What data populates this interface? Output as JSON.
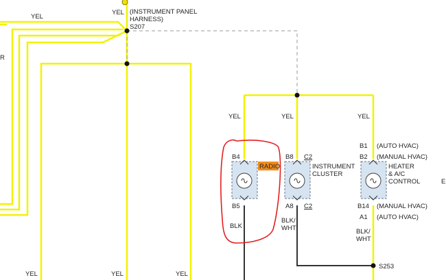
{
  "colors": {
    "wire_yellow": "#f2f200",
    "wire_black": "#333333",
    "splice_dashed": "#9a9a9a",
    "component_fill": "#d6e3f0",
    "component_border": "#6a7a8c",
    "radio_highlight": "#f08c1e",
    "markup_red": "#e41e1e",
    "connector_dot": "#f2e000"
  },
  "labels": {
    "yel_top_left": "YEL",
    "yel_top_center": "YEL",
    "harness_line1": "(INSTRUMENT PANEL",
    "harness_line2": "HARNESS)",
    "splice_s207": "S207",
    "cut_r": "R",
    "yel_radio": "YEL",
    "yel_cluster": "YEL",
    "yel_heater": "YEL",
    "pin_b4": "B4",
    "pin_b8": "B8",
    "pin_c2_top": "C2",
    "pin_b1": "B1",
    "auto_hvac_top": "(AUTO HVAC)",
    "pin_b2": "B2",
    "manual_hvac_top": "(MANUAL HVAC)",
    "radio": "RADIO",
    "cluster_line1": "INSTRUMENT",
    "cluster_line2": "CLUSTER",
    "heater_line1": "HEATER",
    "heater_line2": "& A/C",
    "heater_line3": "CONTROL",
    "cut_e": "E",
    "pin_b5": "B5",
    "pin_a8": "A8",
    "pin_c2_bottom": "C2",
    "pin_b14": "B14",
    "manual_hvac_bottom": "(MANUAL HVAC)",
    "pin_a1": "A1",
    "auto_hvac_bottom": "(AUTO HVAC)",
    "blk": "BLK",
    "blk_wht_1a": "BLK/",
    "blk_wht_1b": "WHT",
    "blk_wht_2a": "BLK/",
    "blk_wht_2b": "WHT",
    "splice_s253": "S253",
    "yel_bottom_1": "YEL",
    "yel_bottom_2": "YEL",
    "yel_bottom_3": "YEL"
  }
}
